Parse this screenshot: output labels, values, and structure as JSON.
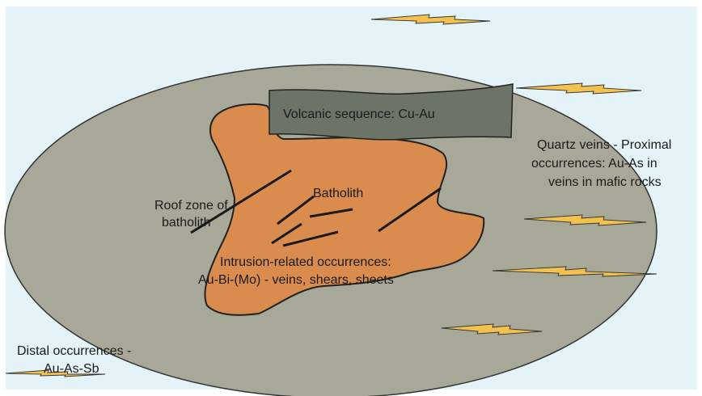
{
  "labels": {
    "volcanic": "Volcanic sequence: Cu-Au",
    "batholith": "Batholith",
    "roof_line1": "Roof zone of",
    "roof_line2": "batholith",
    "intrusion_line1": "Intrusion-related occurrences:",
    "intrusion_line2": "Au-Bi-(Mo) - veins, shears, sheets",
    "proximal_line1": "Quartz veins - Proximal",
    "proximal_line2": "occurrences: Au-As in",
    "proximal_line3": "veins in mafic rocks",
    "distal_line1": "Distal occurrences -",
    "distal_line2": "Au-As-Sb"
  },
  "colors": {
    "background": "#e3f3f8",
    "country_rock": "#a8a898",
    "batholith": "#d98c4e",
    "volcanic_band": "#6b7466",
    "vein_fill": "#f3c24e",
    "line": "#1a1a1a"
  }
}
